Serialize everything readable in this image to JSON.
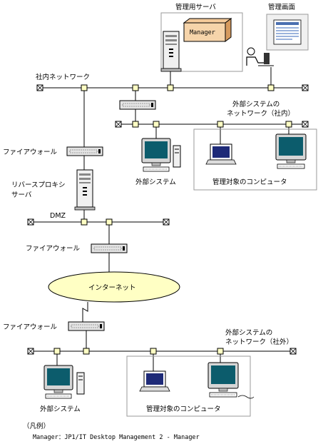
{
  "labels": {
    "mgmt_server": "管理用サーバ",
    "manager": "Manager",
    "mgmt_screen": "管理画面",
    "internal_network": "社内ネットワーク",
    "ext_system_network_internal_l1": "外部システムの",
    "ext_system_network_internal_l2": "ネットワーク（社内）",
    "firewall_1": "ファイアウォール",
    "reverse_proxy_l1": "リバースプロキシ",
    "reverse_proxy_l2": "サーバ",
    "ext_system_1": "外部システム",
    "managed_computers_1": "管理対象のコンピュータ",
    "dmz": "DMZ",
    "firewall_2": "ファイアウォール",
    "internet": "インターネット",
    "firewall_3": "ファイアウォール",
    "ext_system_network_external_l1": "外部システムの",
    "ext_system_network_external_l2": "ネットワーク（社外）",
    "ext_system_2": "外部システム",
    "managed_computers_2": "管理対象のコンピュータ"
  },
  "legend": {
    "title": "（凡例）",
    "entry": "Manager：JP1/IT Desktop Management 2 - Manager"
  }
}
